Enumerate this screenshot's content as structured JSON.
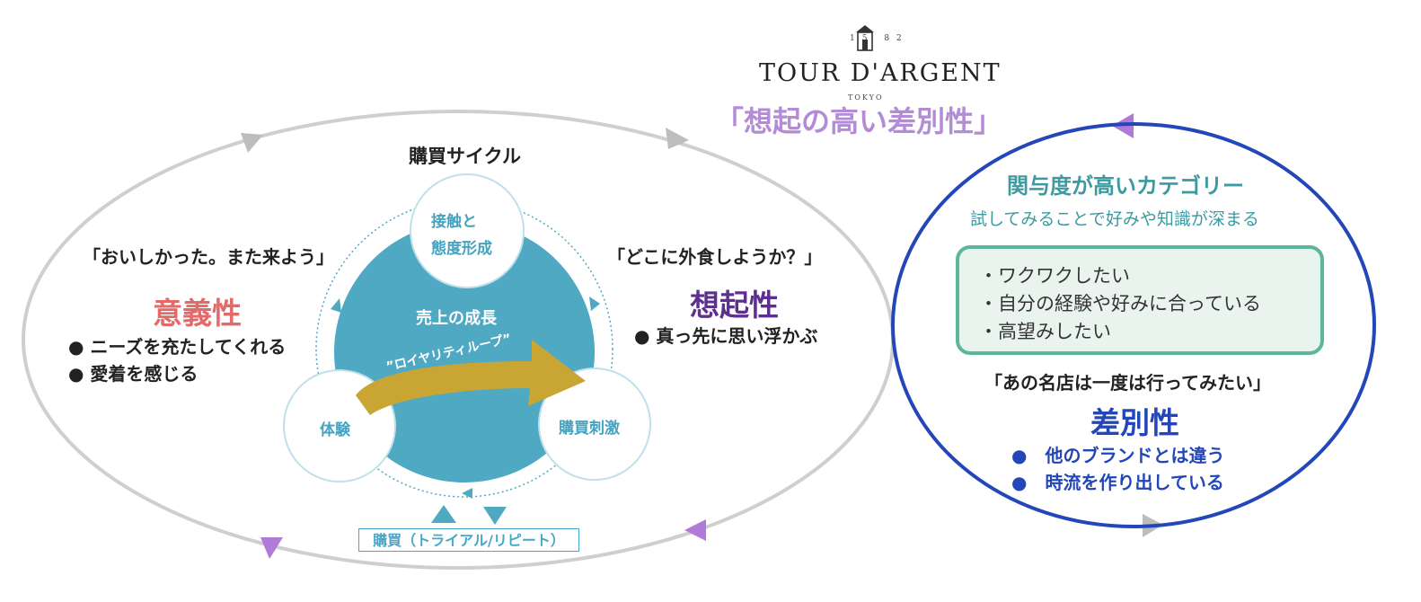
{
  "brand": {
    "year": "15  82",
    "name": "TOUR D'ARGENT",
    "city": "TOKYO",
    "headline": "「想起の高い差別性」"
  },
  "cycle": {
    "title": "購買サイクル",
    "center": "売上の成長",
    "nodes": {
      "contact": [
        "接触と",
        "態度形成"
      ],
      "experience": "体験",
      "stimulus": "購買刺激"
    },
    "loop_label": "”ロイヤリティループ”",
    "purchase": "購買（トライアル/リピート）"
  },
  "left": {
    "quote": "「おいしかった。また来よう」",
    "heading": "意義性",
    "bullets": [
      "● ニーズを充たしてくれる",
      "● 愛着を感じる"
    ]
  },
  "middle": {
    "quote": "「どこに外食しようか？」",
    "heading": "想起性",
    "bullets": [
      "● 真っ先に思い浮かぶ"
    ]
  },
  "right": {
    "title": "関与度が高いカテゴリー",
    "subtitle": "試してみることで好みや知識が深まる",
    "items": [
      "・ワクワクしたい",
      "・自分の経験や好みに合っている",
      "・高望みしたい"
    ],
    "quote": "「あの名店は一度は行ってみたい」",
    "heading": "差別性",
    "bullets": [
      "●　他のブランドとは違う",
      "●　時流を作り出している"
    ]
  },
  "colors": {
    "teal": "#4fa9c2",
    "gold": "#c9a634",
    "purple": "#b07ad8",
    "blue": "#2346b8",
    "green": "#5cb59e",
    "red": "#e46a6a"
  }
}
